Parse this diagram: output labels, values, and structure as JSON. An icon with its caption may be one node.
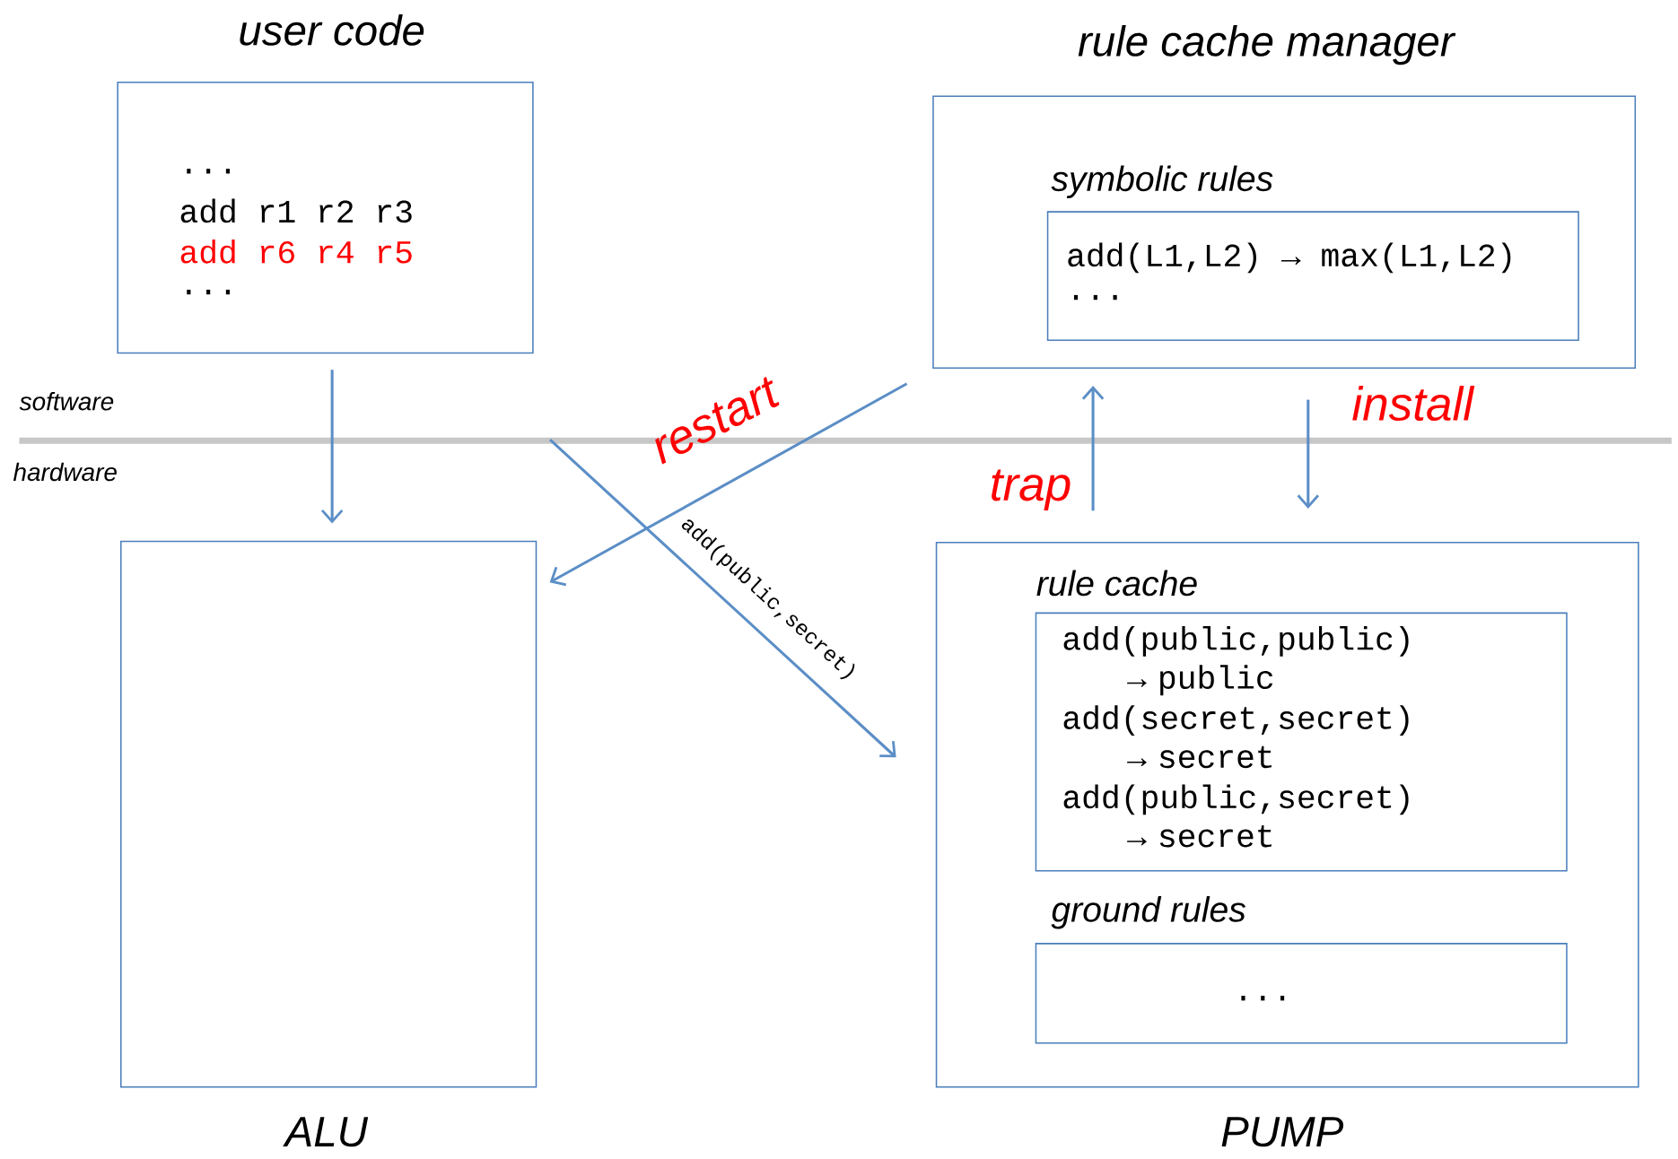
{
  "diagram": {
    "nodes": [
      {
        "text": [
          "user code",
          "...",
          "add r1 r2 r3",
          "add r6 r4 r5",
          "..."
        ]
      },
      {
        "text": [
          "ALU"
        ]
      },
      {
        "text": [
          "rule cache manager"
        ]
      },
      {
        "text": [
          "symbolic rules",
          "add(L1,L2) → max(L1,L2)",
          "..."
        ],
        "in": 2
      },
      {
        "text": [
          "PUMP"
        ]
      },
      {
        "text": [
          "rule cache",
          "add(public,public) → public",
          "add(secret,secret) → secret",
          "add(public,secret) → secret"
        ],
        "in": 4
      },
      {
        "text": [
          "ground rules",
          "..."
        ],
        "in": 4
      }
    ],
    "edges": [
      {
        "from": 0,
        "to": 1,
        "arrow": "to"
      },
      {
        "from": 2,
        "to": 1,
        "arrow": "to",
        "label": "restart"
      },
      {
        "from": null,
        "to": 4,
        "arrow": "to",
        "label": "add(public,secret)"
      },
      {
        "from": 4,
        "to": 2,
        "arrow": "to",
        "label": "trap"
      },
      {
        "from": 2,
        "to": 4,
        "arrow": "to",
        "label": "install"
      }
    ],
    "labels": [
      "software",
      "hardware"
    ]
  }
}
